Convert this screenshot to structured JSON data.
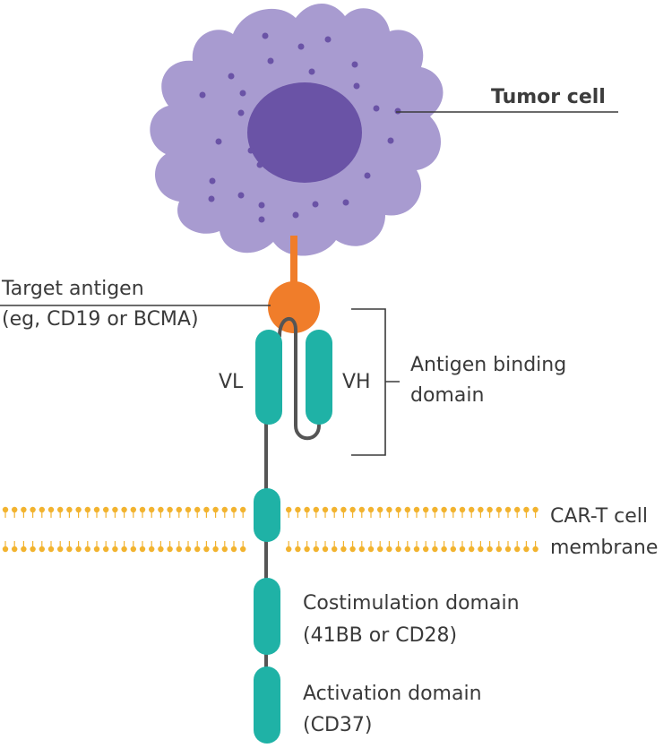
{
  "labels": {
    "tumor_cell": "Tumor cell",
    "target_antigen_line1": "Target antigen",
    "target_antigen_line2": "(eg, CD19 or BCMA)",
    "vl": "VL",
    "vh": "VH",
    "antigen_binding_line1": "Antigen binding",
    "antigen_binding_line2": "domain",
    "membrane_line1": "CAR-T cell",
    "membrane_line2": "membrane",
    "costim_line1": "Costimulation domain",
    "costim_line2": "(41BB or CD28)",
    "activation_line1": "Activation domain",
    "activation_line2": "(CD37)"
  },
  "colors": {
    "tumor_body": "#a89bd0",
    "tumor_nucleus": "#6a53a6",
    "tumor_dots": "#6a53a6",
    "antigen": "#f07d2a",
    "car_domain": "#1fb2a6",
    "membrane_dots": "#f2b32f",
    "linker": "#555555",
    "leader_line": "#3a3a3a"
  }
}
